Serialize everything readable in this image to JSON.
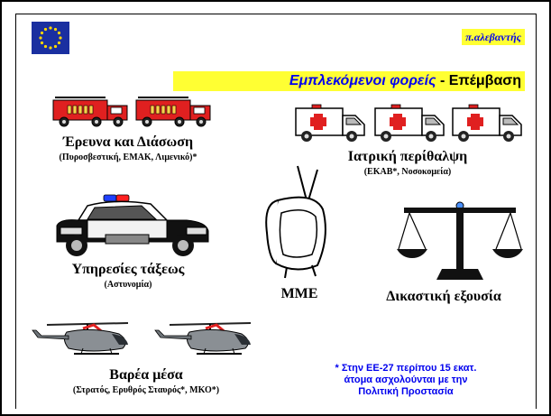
{
  "slide": {
    "author": "π.αλεβαντής",
    "title_italic": "Εμπλεκόμενοι φορείς",
    "title_sep": " - ",
    "title_tail": "Επέμβαση"
  },
  "groups": {
    "rescue": {
      "label": "Έρευνα και Διάσωση",
      "sub": "(Πυροσβεστική, ΕΜΑΚ, Λιμενικό)*"
    },
    "medical": {
      "label": "Ιατρική περίθαλψη",
      "sub": "(ΕΚΑΒ*, Νοσοκομεία)"
    },
    "police": {
      "label": "Υπηρεσίες τάξεως",
      "sub": "(Αστυνομία)"
    },
    "media": {
      "label": "ΜΜΕ"
    },
    "justice": {
      "label": "Δικαστική εξουσία"
    },
    "heavy": {
      "label": "Βαρέα μέσα",
      "sub": "(Στρατός, Ερυθρός Σταυρός*, ΜΚΟ*)"
    }
  },
  "footnote": {
    "line1": "* Στην ΕΕ-27 περίπου 15 εκατ.",
    "line2": "άτομα ασχολούνται με την",
    "line3": "Πολιτική Προστασία"
  },
  "icons": [
    "eu-flag-icon",
    "fire-truck-icon",
    "ambulance-icon",
    "police-car-icon",
    "television-icon",
    "scales-icon",
    "helicopter-icon"
  ],
  "colors": {
    "accent_blue": "#0000ee",
    "highlight_yellow": "#ffff33",
    "truck_red": "#e02020",
    "eu_blue": "#1a2fa0",
    "eu_gold": "#ffd700"
  }
}
